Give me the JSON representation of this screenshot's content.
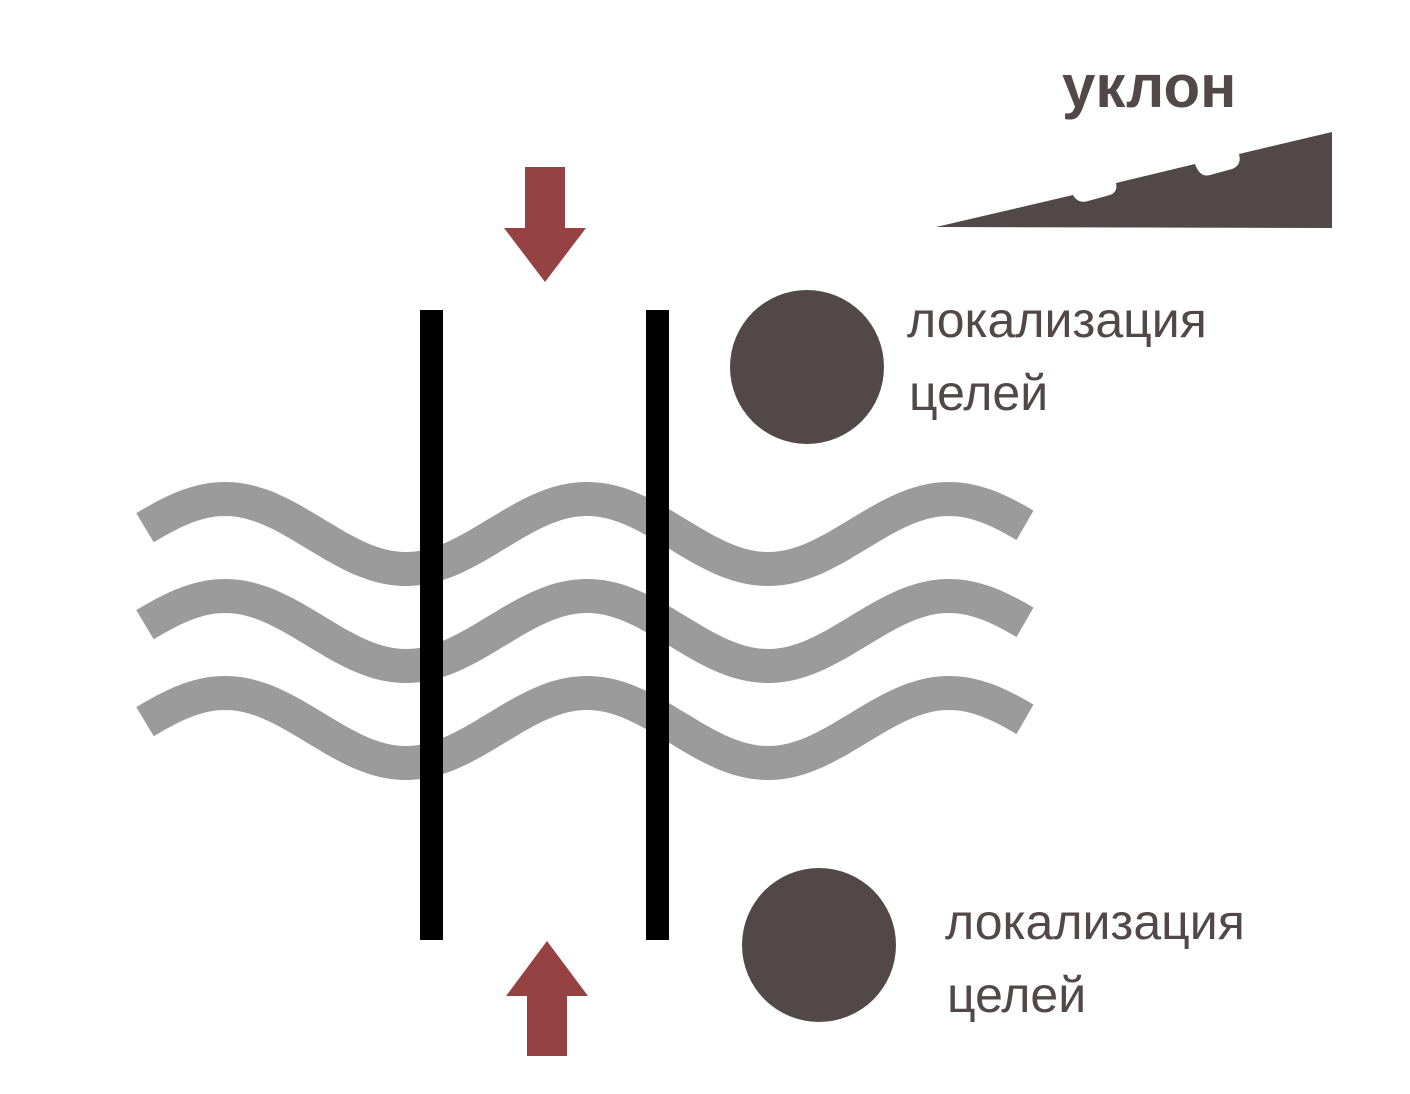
{
  "slope_label": "уклон",
  "labels": [
    {
      "line1": "локализация",
      "line2": "целей"
    },
    {
      "line1": "локализация",
      "line2": "целей"
    }
  ],
  "colors": {
    "dark": "#524849",
    "arrow": "#974242",
    "wave": "#9b9b9b",
    "bar": "#000000"
  }
}
